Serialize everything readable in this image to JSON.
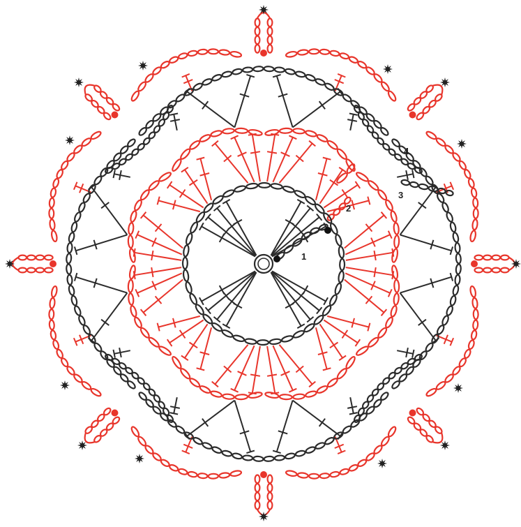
{
  "diagram": {
    "kind": "crochet-chart",
    "colors": {
      "black": "#2b2b2b",
      "red": "#e8352b",
      "bg": "#ffffff"
    },
    "round_labels": [
      "1",
      "2",
      "3",
      "4"
    ]
  }
}
